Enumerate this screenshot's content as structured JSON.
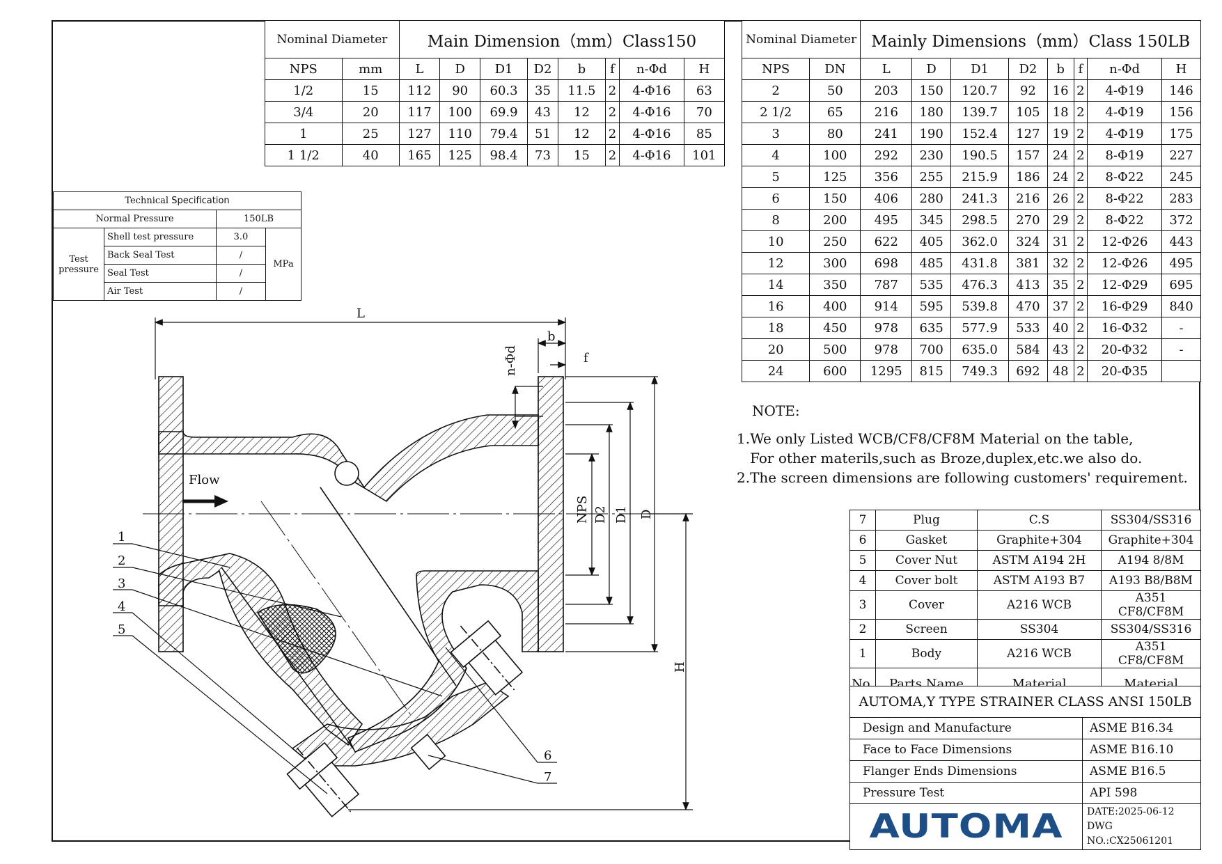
{
  "class150": {
    "nominal_diameter": "Nominal Diameter",
    "title": "Main Dimension（mm）Class150",
    "headers": [
      "NPS",
      "mm",
      "L",
      "D",
      "D1",
      "D2",
      "b",
      "f",
      "n-Φd",
      "H"
    ],
    "rows": [
      [
        "1/2",
        "15",
        "112",
        "90",
        "60.3",
        "35",
        "11.5",
        "2",
        "4-Φ16",
        "63"
      ],
      [
        "3/4",
        "20",
        "117",
        "100",
        "69.9",
        "43",
        "12",
        "2",
        "4-Φ16",
        "70"
      ],
      [
        "1",
        "25",
        "127",
        "110",
        "79.4",
        "51",
        "12",
        "2",
        "4-Φ16",
        "85"
      ],
      [
        "1 1/2",
        "40",
        "165",
        "125",
        "98.4",
        "73",
        "15",
        "2",
        "4-Φ16",
        "101"
      ]
    ]
  },
  "class150lb": {
    "nominal_diameter": "Nominal Diameter",
    "title": "Mainly Dimensions（mm）Class 150LB",
    "headers": [
      "NPS",
      "DN",
      "L",
      "D",
      "D1",
      "D2",
      "b",
      "f",
      "n-Φd",
      "H"
    ],
    "rows": [
      [
        "2",
        "50",
        "203",
        "150",
        "120.7",
        "92",
        "16",
        "2",
        "4-Φ19",
        "146"
      ],
      [
        "2 1/2",
        "65",
        "216",
        "180",
        "139.7",
        "105",
        "18",
        "2",
        "4-Φ19",
        "156"
      ],
      [
        "3",
        "80",
        "241",
        "190",
        "152.4",
        "127",
        "19",
        "2",
        "4-Φ19",
        "175"
      ],
      [
        "4",
        "100",
        "292",
        "230",
        "190.5",
        "157",
        "24",
        "2",
        "8-Φ19",
        "227"
      ],
      [
        "5",
        "125",
        "356",
        "255",
        "215.9",
        "186",
        "24",
        "2",
        "8-Φ22",
        "245"
      ],
      [
        "6",
        "150",
        "406",
        "280",
        "241.3",
        "216",
        "26",
        "2",
        "8-Φ22",
        "283"
      ],
      [
        "8",
        "200",
        "495",
        "345",
        "298.5",
        "270",
        "29",
        "2",
        "8-Φ22",
        "372"
      ],
      [
        "10",
        "250",
        "622",
        "405",
        "362.0",
        "324",
        "31",
        "2",
        "12-Φ26",
        "443"
      ],
      [
        "12",
        "300",
        "698",
        "485",
        "431.8",
        "381",
        "32",
        "2",
        "12-Φ26",
        "495"
      ],
      [
        "14",
        "350",
        "787",
        "535",
        "476.3",
        "413",
        "35",
        "2",
        "12-Φ29",
        "695"
      ],
      [
        "16",
        "400",
        "914",
        "595",
        "539.8",
        "470",
        "37",
        "2",
        "16-Φ29",
        "840"
      ],
      [
        "18",
        "450",
        "978",
        "635",
        "577.9",
        "533",
        "40",
        "2",
        "16-Φ32",
        "-"
      ],
      [
        "20",
        "500",
        "978",
        "700",
        "635.0",
        "584",
        "43",
        "2",
        "20-Φ32",
        "-"
      ],
      [
        "24",
        "600",
        "1295",
        "815",
        "749.3",
        "692",
        "48",
        "2",
        "20-Φ35",
        ""
      ]
    ]
  },
  "spec": {
    "title_a": "Technical",
    "title_b": "Specification",
    "normal_pressure_label": "Normal Pressure",
    "normal_pressure_value": "150LB",
    "test_pressure_label": "Test pressure",
    "unit": "MPa",
    "tests": [
      {
        "name": "Shell test pressure",
        "value": "3.0"
      },
      {
        "name": "Back Seal Test",
        "value": "/"
      },
      {
        "name": "Seal Test",
        "value": "/"
      },
      {
        "name": "Air Test",
        "value": "/"
      }
    ]
  },
  "notes": {
    "heading": "NOTE:",
    "line1": "1.We only Listed WCB/CF8/CF8M Material on the table,",
    "line2": "   For other materils,such as Broze,duplex,etc.we also do.",
    "line3": "2.The screen dimensions are following customers' requirement."
  },
  "parts": {
    "rows": [
      [
        "7",
        "Plug",
        "C.S",
        "SS304/SS316"
      ],
      [
        "6",
        "Gasket",
        "Graphite+304",
        "Graphite+304"
      ],
      [
        "5",
        "Cover Nut",
        "ASTM A194 2H",
        "A194 8/8M"
      ],
      [
        "4",
        "Cover bolt",
        "ASTM A193 B7",
        "A193 B8/B8M"
      ],
      [
        "3",
        "Cover",
        "A216 WCB",
        "A351 CF8/CF8M"
      ],
      [
        "2",
        "Screen",
        "SS304",
        "SS304/SS316"
      ],
      [
        "1",
        "Body",
        "A216 WCB",
        "A351 CF8/CF8M"
      ]
    ],
    "header": [
      "No.",
      "Parts Name",
      "Material",
      "Material"
    ]
  },
  "title_block": {
    "title": "AUTOMA,Y TYPE STRAINER CLASS ANSI 150LB",
    "rows": [
      [
        "Design and Manufacture",
        "ASME B16.34"
      ],
      [
        "Face to Face Dimensions",
        "ASME B16.10"
      ],
      [
        "Flanger Ends Dimensions",
        "ASME B16.5"
      ],
      [
        "Pressure Test",
        "API 598"
      ]
    ],
    "logo": "AUTOMA",
    "date": "DATE:2025-06-12",
    "dwg_no": "DWG NO.:CX25061201"
  },
  "drawing": {
    "dim_L": "L",
    "dim_b": "b",
    "dim_f": "f",
    "dim_nd": "n-Φd",
    "dim_NPS": "NPS",
    "dim_D2": "D2",
    "dim_D1": "D1",
    "dim_D": "D",
    "dim_H": "H",
    "flow": "Flow",
    "callouts": [
      "1",
      "2",
      "3",
      "4",
      "5",
      "6",
      "7"
    ]
  }
}
